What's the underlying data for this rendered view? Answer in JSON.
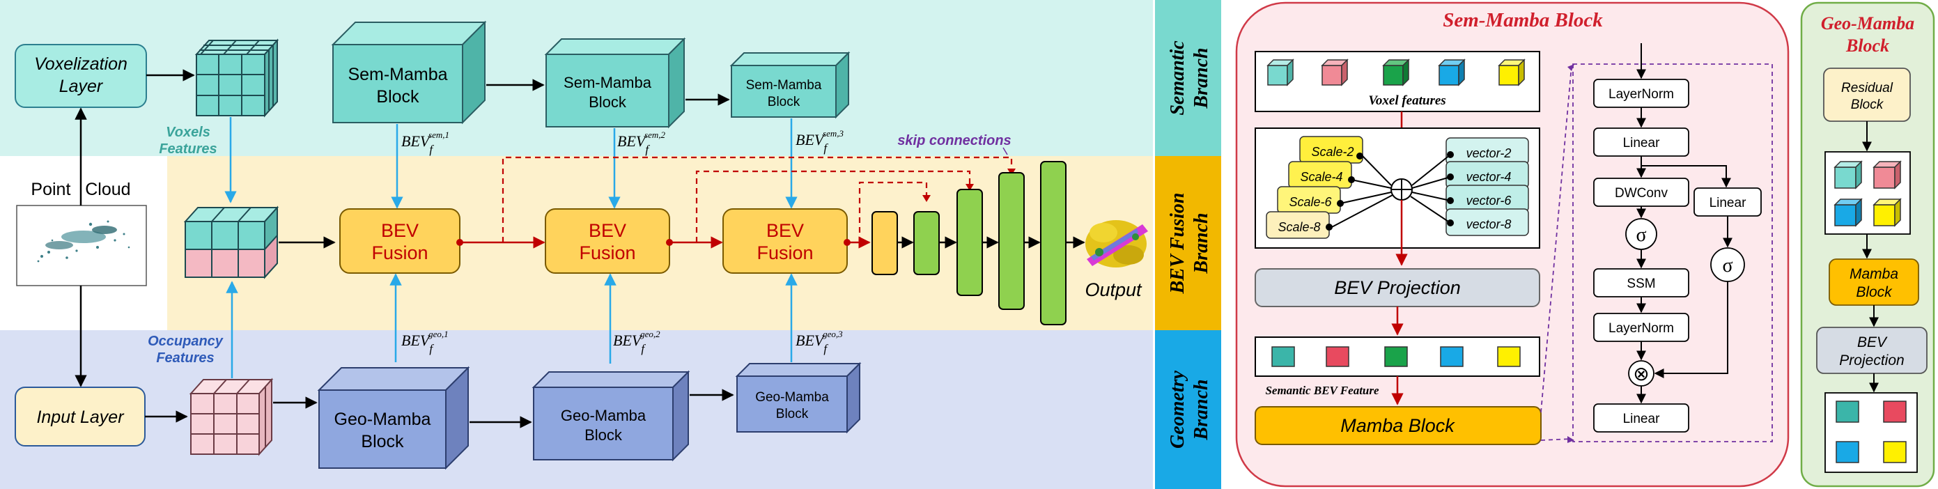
{
  "left": {
    "voxelization_layer": [
      "Voxelization",
      "Layer"
    ],
    "point_cloud": "Point   Cloud",
    "input_layer": "Input Layer",
    "voxels_features": [
      "Voxels",
      "Features"
    ],
    "occupancy_features": [
      "Occupancy",
      "Features"
    ],
    "sem_blocks": [
      [
        "Sem-Mamba",
        "Block"
      ],
      [
        "Sem-Mamba",
        "Block"
      ],
      [
        "Sem-Mamba",
        "Block"
      ]
    ],
    "geo_blocks": [
      [
        "Geo-Mamba",
        "Block"
      ],
      [
        "Geo-Mamba",
        "Block"
      ],
      [
        "Geo-Mamba",
        "Block"
      ]
    ],
    "bev_fusion": [
      [
        "BEV",
        "Fusion"
      ],
      [
        "BEV",
        "Fusion"
      ],
      [
        "BEV",
        "Fusion"
      ]
    ],
    "bev_base": "BEV",
    "bev_sub": "f",
    "bev_sem_sup": [
      "sem,1",
      "sem,2",
      "sem,3"
    ],
    "bev_geo_sup": [
      "geo,1",
      "geo,2",
      "geo,3"
    ],
    "skip_connections": "skip connections",
    "output": "Output"
  },
  "branches": {
    "semantic": [
      "Semantic",
      "Branch"
    ],
    "fusion": [
      "BEV Fusion",
      "Branch"
    ],
    "geometry": [
      "Geometry",
      "Branch"
    ]
  },
  "sem_mamba": {
    "title": "Sem-Mamba Block",
    "voxel_features": "Voxel features",
    "scales": [
      "Scale-2",
      "Scale-4",
      "Scale-6",
      "Scale-8"
    ],
    "vectors": [
      "vector-2",
      "vector-4",
      "vector-6",
      "vector-8"
    ],
    "bev_projection": "BEV Projection",
    "semantic_bev_feature": "Semantic BEV Feature",
    "mamba_block": "Mamba Block",
    "layernorm_top": "LayerNorm",
    "linear_top": "Linear",
    "dwconv": "DWConv",
    "linear_side": "Linear",
    "sigma": "σ",
    "ssm": "SSM",
    "layernorm_bottom": "LayerNorm",
    "multiply": "⊗",
    "linear_bottom": "Linear"
  },
  "geo_mamba": {
    "title": [
      "Geo-Mamba",
      "Block"
    ],
    "residual_block": [
      "Residual",
      "Block"
    ],
    "mamba_block": [
      "Mamba",
      "Block"
    ],
    "bev_projection": [
      "BEV",
      "Projection"
    ]
  },
  "colors": {
    "semantic_bg": "#d3f3ef",
    "fusion_bg": "#fdf1cc",
    "geometry_bg": "#d9e0f4",
    "teal": "#79d9cf",
    "blue_block": "#8fa7df",
    "fusion_fill": "#ffd35c",
    "green": "#8fd14f",
    "red_accent": "#c00000",
    "sem_panel_bg": "#fde9ec",
    "geo_panel_bg": "#e2f0d9",
    "mamba_orange": "#ffc000"
  }
}
